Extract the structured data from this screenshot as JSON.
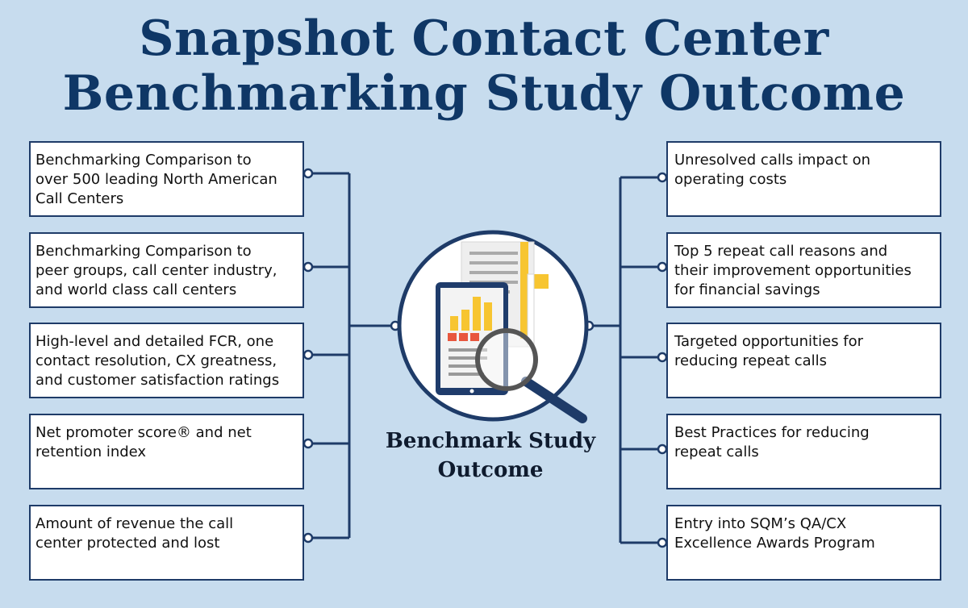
{
  "title": {
    "line1": "Snapshot Contact Center",
    "line2": "Benchmarking Study Outcome"
  },
  "center": {
    "label_line1": "Benchmark Study",
    "label_line2": "Outcome",
    "icon": "magnifying-glass-over-report-icon"
  },
  "left_items": [
    {
      "text": "Benchmarking Comparison to\nover 500 leading North American\nCall Centers"
    },
    {
      "text": "Benchmarking Comparison to\npeer groups, call center industry,\nand world class call centers"
    },
    {
      "text": "High-level and detailed FCR, one\ncontact resolution, CX greatness,\nand customer satisfaction ratings"
    },
    {
      "text": "Net promoter score® and net\nretention index"
    },
    {
      "text": "Amount of revenue the call\ncenter protected and lost"
    }
  ],
  "right_items": [
    {
      "text": "Unresolved calls impact on\noperating costs"
    },
    {
      "text": "Top 5 repeat call reasons and\ntheir improvement opportunities\nfor financial savings"
    },
    {
      "text": "Targeted opportunities for\nreducing repeat calls"
    },
    {
      "text": "Best Practices for reducing\nrepeat calls"
    },
    {
      "text": "Entry into SQM’s QA/CX\nExcellence Awards Program"
    }
  ],
  "colors": {
    "background": "#c7dcee",
    "navy": "#1e3b68",
    "title": "#0f3766",
    "accent_yellow": "#f7c531",
    "accent_orange": "#e8573e"
  }
}
